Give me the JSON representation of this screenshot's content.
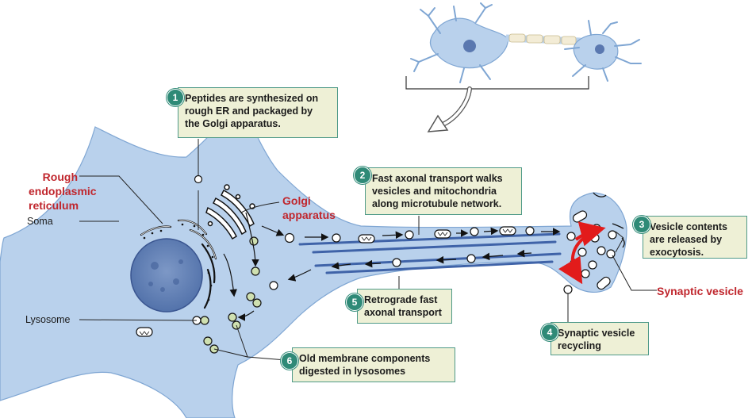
{
  "steps": [
    {
      "number": "1",
      "text": "Peptides are synthesized on\nrough ER and packaged by\nthe Golgi apparatus."
    },
    {
      "number": "2",
      "text": "Fast axonal transport walks\nvesicles and mitochondria\nalong microtubule network."
    },
    {
      "number": "3",
      "text": "Vesicle contents\nare released by\nexocytosis."
    },
    {
      "number": "4",
      "text": "Synaptic vesicle\nrecycling"
    },
    {
      "number": "5",
      "text": "Retrograde fast\naxonal transport"
    },
    {
      "number": "6",
      "text": "Old membrane components\ndigested in lysosomes"
    }
  ],
  "labels": {
    "rough_er": "Rough\nendoplasmic\nreticulum",
    "soma": "Soma",
    "golgi": "Golgi\napparatus",
    "lysosome": "Lysosome",
    "synaptic_vesicle": "Synaptic vesicle"
  },
  "colors": {
    "cell_fill": "#b9d1ec",
    "cell_outline": "#7fa6d3",
    "box_fill": "#eef0d6",
    "box_border": "#4f9a88",
    "step_badge": "#2f8a77",
    "label_red": "#c0262d",
    "exocytosis_arrow": "#e21b1b"
  }
}
